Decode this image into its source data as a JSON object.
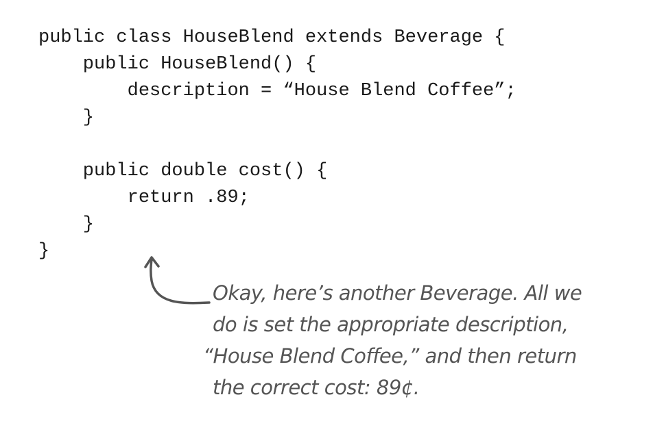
{
  "code": {
    "lines": [
      "public class HouseBlend extends Beverage {",
      "    public HouseBlend() {",
      "        description = “House Blend Coffee”;",
      "    }",
      "",
      "    public double cost() {",
      "        return .89;",
      "    }",
      "}"
    ]
  },
  "annotation": {
    "lines": [
      "Okay, here’s another Beverage.  All we",
      "do is set the appropriate description,",
      "“House Blend Coffee,” and then return",
      "the correct cost: 89¢."
    ]
  }
}
